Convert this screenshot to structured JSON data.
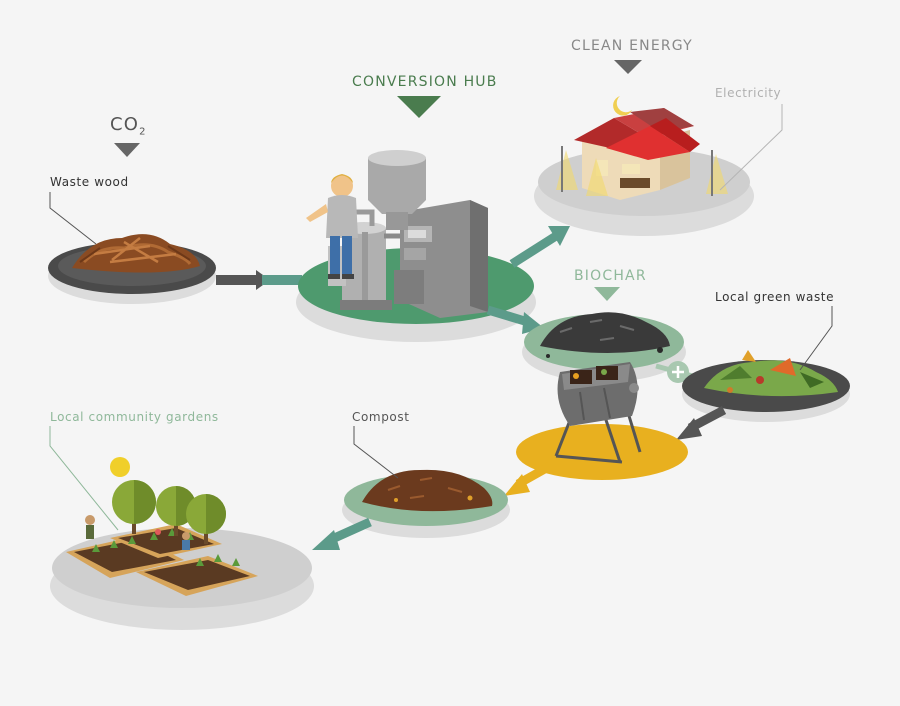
{
  "labels": {
    "co2_main": "CO",
    "co2_sub": "2",
    "waste_wood": "Waste wood",
    "conversion_hub": "CONVERSION HUB",
    "clean_energy": "CLEAN ENERGY",
    "electricity": "Electricity",
    "biochar": "BIOCHAR",
    "local_green_waste": "Local green waste",
    "compost": "Compost",
    "local_community_gardens": "Local community gardens"
  },
  "colors": {
    "hub_green": "#4e9a6e",
    "label_green": "#4a7c4e",
    "biochar_green": "#8fb89a",
    "arrow_teal": "#5c9b8a",
    "arrow_dark": "#555555",
    "compost_yellow": "#e8b01f",
    "gray_text": "#9a9a9a"
  }
}
